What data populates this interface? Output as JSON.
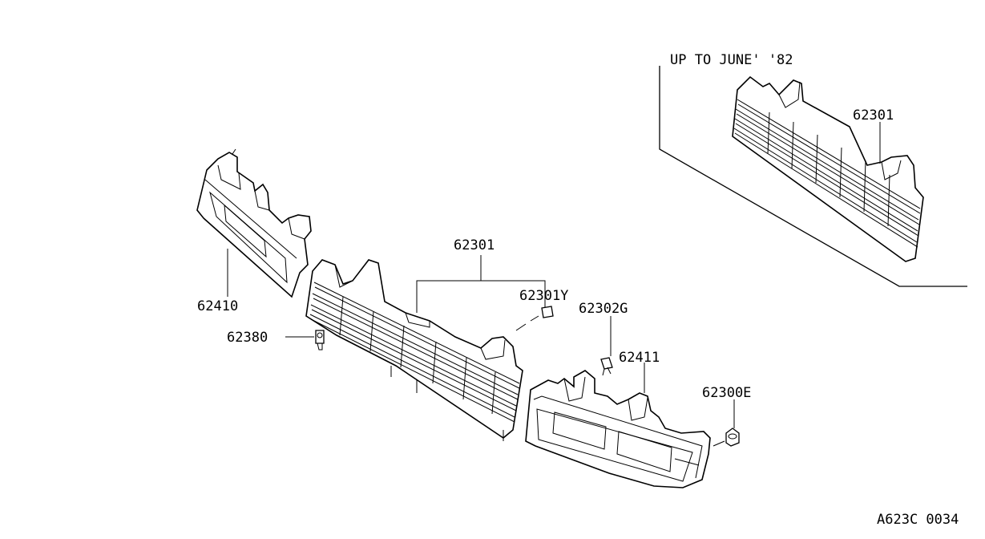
{
  "labels": {
    "inset_note": "UP TO JUNE' '82",
    "inset_part": "62301",
    "main_grille": "62301",
    "main_grille_clip": "62301Y",
    "left_bracket": "62410",
    "left_clip": "62380",
    "right_clip_small": "62302G",
    "right_bracket": "62411",
    "right_clip": "62300E",
    "diagram_code": "A623C 0034"
  }
}
